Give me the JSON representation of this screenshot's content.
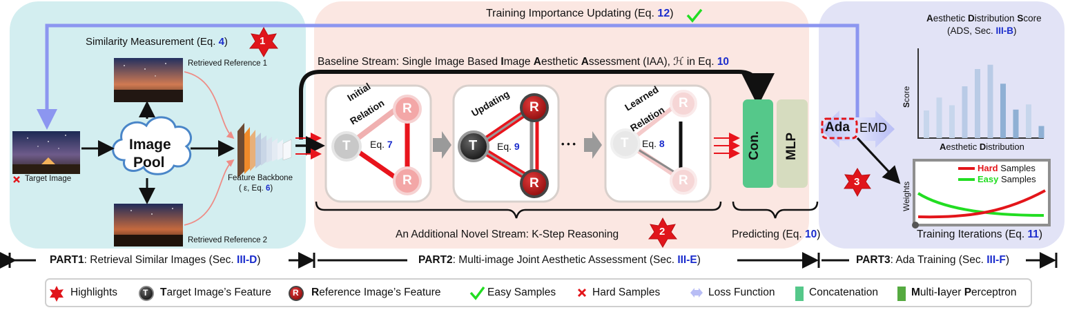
{
  "colors": {
    "part1_bg": "#d3eef0",
    "part2_bg": "#fbe7e2",
    "part3_bg": "#e2e3f6",
    "relation_red": "#e8141c",
    "feedback_blue": "#8c96f0",
    "concat_green": "#55c88a",
    "mlp_olive": "#d6dcbf",
    "easy_green": "#22dd22",
    "hard_red": "#e3151a",
    "eq_blue": "#1a2ccc"
  },
  "top": {
    "training_importance": "Training Importance Updating (Eq. ",
    "training_eq": "12",
    "training_close": ")"
  },
  "part1": {
    "similarity": "Similarity Measurement (Eq. ",
    "similarity_eq": "4",
    "similarity_close": ")",
    "highlight_num": "1",
    "ref1": "Retrieved Reference 1",
    "ref2": "Retrieved Reference 2",
    "target": "Target Image",
    "pool_line1": "Image",
    "pool_line2": "Pool",
    "backbone": "Feature Backbone",
    "backbone_eq_pre": "( ε, Eq. ",
    "backbone_eq": "6",
    "backbone_eq_post": ")"
  },
  "part2": {
    "baseline_pre": "Baseline Stream: Single Image Based ",
    "baseline_i1": "I",
    "baseline_mid1": "mage ",
    "baseline_a1": "A",
    "baseline_mid2": "esthetic ",
    "baseline_a2": "A",
    "baseline_mid3": "ssessment (IAA), ",
    "baseline_h": "ℋ",
    "baseline_in": " in Eq. ",
    "baseline_eq": "10",
    "initial_relation_1": "Initial",
    "initial_relation_2": "Relation",
    "eq7_pre": "Eq. ",
    "eq7": "7",
    "updating": "Updating",
    "eq9_pre": "Eq. ",
    "eq9": "9",
    "ellipsis": "• • •",
    "learned_relation_1": "Learned",
    "learned_relation_2": "Relation",
    "eq8_pre": "Eq. ",
    "eq8": "8",
    "node_t": "T",
    "node_r": "R",
    "concat": "Con.",
    "mlp": "MLP",
    "novel_stream": "An Additional Novel Stream: K-Step Reasoning",
    "highlight_num": "2",
    "predicting_pre": "Predicting (Eq. ",
    "predicting_eq": "10",
    "predicting_close": ")"
  },
  "part3": {
    "ads_a": "A",
    "ads_1": "esthetic ",
    "ads_d": "D",
    "ads_2": "istribution ",
    "ads_s": "S",
    "ads_3": "core",
    "ads_sub_pre": "(ADS, Sec. ",
    "ads_sub_sec": "III-B",
    "ads_sub_close": ")",
    "score_axis_s": "S",
    "score_axis_rest": "core",
    "dist_a": "A",
    "dist_1": "esthetic ",
    "dist_d": "D",
    "dist_2": "istribution",
    "ada": "Ada",
    "emd": "EMD",
    "hard_b": "Hard",
    "hard_rest": " Samples",
    "easy_b": "Easy",
    "easy_rest": " Samples",
    "weights": "Weights",
    "iterations_pre": "Training Iterations (Eq. ",
    "iterations_eq": "11",
    "iterations_close": ")",
    "highlight_num": "3"
  },
  "chart_data": {
    "type": "bar",
    "title": "Aesthetic Distribution Score",
    "xlabel": "Aesthetic Distribution",
    "ylabel": "Score",
    "values": [
      0.32,
      0.47,
      0.38,
      0.6,
      0.8,
      0.85,
      0.63,
      0.33,
      0.39,
      0.14
    ],
    "ylim": [
      0,
      1
    ]
  },
  "parts_bar": {
    "p1_b": "PART1",
    "p1_rest": ": Retrieval Similar Images (Sec. ",
    "p1_sec": "III-D",
    "p2_b": "PART2",
    "p2_rest": ": Multi-image Joint Aesthetic Assessment (Sec. ",
    "p2_sec": "III-E",
    "p3_b": "PART3",
    "p3_rest": ": Ada Training (Sec. ",
    "p3_sec": "III-F",
    "close": ")"
  },
  "legend": {
    "highlights": "Highlights",
    "target_b": "T",
    "target_rest": "arget Image’s Feature",
    "reference_b": "R",
    "reference_rest": "eference Image’s Feature",
    "easy": "Easy Samples",
    "hard": "Hard Samples",
    "loss": "Loss Function",
    "concat": "Concatenation",
    "mlp_m": "M",
    "mlp_1": "ulti-",
    "mlp_l": "l",
    "mlp_2": "ayer ",
    "mlp_p": "P",
    "mlp_3": "erceptron"
  }
}
